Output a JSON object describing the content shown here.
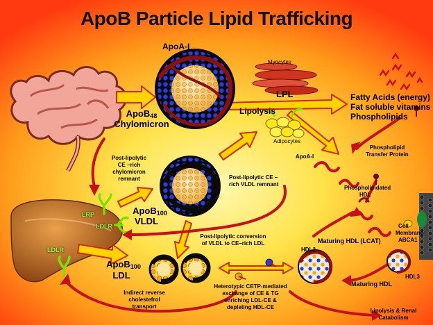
{
  "title": "ApoB Particle Lipid Trafficking",
  "labels": {
    "apoa1_top": "ApoA-I",
    "apob48": "ApoB",
    "apob48_sub": "48",
    "chylomicron": "Chylomicron",
    "myocytes": "Myocytes",
    "lpl": "LPL",
    "lipolysis": "Lipolysis",
    "adipocytes": "Adipocytes",
    "fatty_acids": "Fatty Acids (energy)",
    "fat_soluble": "Fat soluble vitamins",
    "phospholipids": "Phospholipids",
    "pl_transfer_1": "Phospholipid",
    "pl_transfer_2": "Transfer Protein",
    "apoa1_mid": "ApoA-I",
    "post_chylo_1": "Post-lipolytic",
    "post_chylo_2": "CE –rich",
    "post_chylo_3": "chylomicron",
    "post_chylo_4": "remnant",
    "post_vldl_1": "Post-lipolytic CE –",
    "post_vldl_2": "rich VLDL remnant",
    "phospholipidated_1": "Phospholipidated",
    "phospholipidated_2": "HDL",
    "lrp": "LRP",
    "ldlr_1": "LDLR",
    "ldlr_2": "LDLR",
    "apob100_vldl": "ApoB",
    "apob100_vldl_sub": "100",
    "vldl": "VLDL",
    "conversion_1": "Post-lipolytic conversion",
    "conversion_2": "of VLDL to CE–rich  LDL",
    "cell": "Cell",
    "membrane": "Membrane",
    "abca1": "ABCA1",
    "maturing_lcat": "Maturing HDL (LCAT)",
    "hdl2": "HDL2",
    "apob100_ldl": "ApoB",
    "apob100_ldl_sub": "100",
    "ldl": "LDL",
    "cetp_1": "Heterotypic CETP-mediated",
    "cetp_2": "exchange  of CE & TG",
    "cetp_3": "enriching LDL-CE  &",
    "cetp_4": "depleting HDL-CE",
    "maturing_hdl": "Maturing HDL",
    "hdl3": "HDL3",
    "reverse_1": "Indirect reverse",
    "reverse_2": "cholestefrol",
    "reverse_3": "transport",
    "renal_1": "Lipolysis & Renal",
    "renal_2": "Catabolism"
  },
  "icons": [
    "intestine-icon",
    "liver-icon",
    "myocytes-icon",
    "adipocytes-icon",
    "receptor-icon",
    "cell-membrane-icon",
    "fatty-acid-icon"
  ],
  "colors": {
    "arrow_fill": "#ffd400",
    "arrow_stroke": "#d02a00",
    "curve_arrow": "#c4121a",
    "receptor": "#7ee000",
    "liver": "#b8641f",
    "intestine": "#e9938a",
    "apo_protein": "#8b1010",
    "core_blue": "#2a3ed8",
    "core_orange": "#f6a224"
  }
}
